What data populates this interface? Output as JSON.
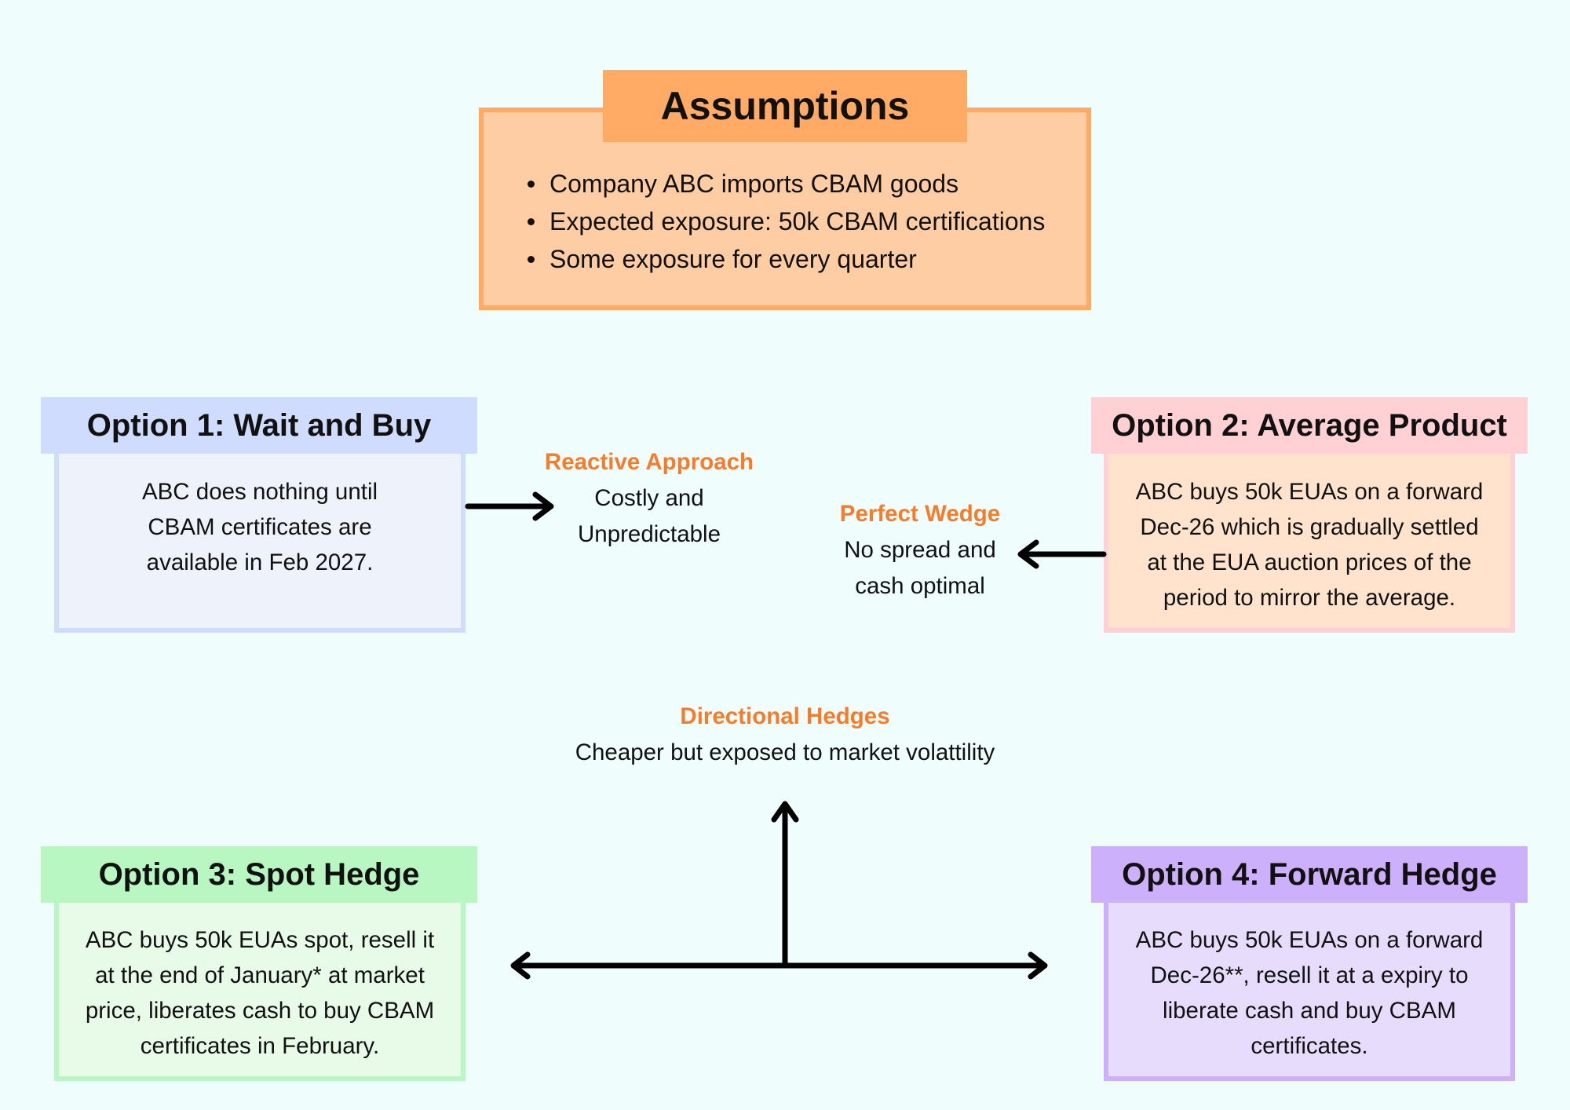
{
  "assumptions": {
    "title": "Assumptions",
    "items": [
      "Company ABC imports CBAM goods",
      "Expected exposure: 50k CBAM certifications",
      "Some exposure for every quarter"
    ]
  },
  "options": [
    {
      "title": "Option 1: Wait and Buy",
      "lines": [
        "ABC does nothing until",
        "CBAM certificates are",
        "available in Feb 2027."
      ]
    },
    {
      "title": "Option 2: Average Product",
      "lines": [
        "ABC buys 50k EUAs on a forward",
        "Dec-26 which is gradually settled",
        "at the EUA auction prices of the",
        "period to mirror the average."
      ]
    },
    {
      "title": "Option 3: Spot Hedge",
      "lines": [
        "ABC buys 50k EUAs spot, resell it",
        "at the end of January* at market",
        "price, liberates cash to buy CBAM",
        "certificates in February."
      ]
    },
    {
      "title": "Option 4: Forward Hedge",
      "lines": [
        "ABC buys 50k EUAs on a forward",
        "Dec-26**, resell it at a expiry to",
        "liberate cash and buy CBAM",
        "certificates."
      ]
    }
  ],
  "annotations": {
    "reactive": {
      "heading": "Reactive Approach",
      "lines": [
        "Costly and",
        "Unpredictable"
      ]
    },
    "perfect": {
      "heading": "Perfect Wedge",
      "lines": [
        "No spread and",
        "cash optimal"
      ]
    },
    "directional": {
      "heading": "Directional Hedges",
      "lines": [
        "Cheaper but exposed to market volattility"
      ]
    }
  },
  "colors": {
    "background": "#effefd",
    "accent_heading": "#f57c2a",
    "assumptions_header": "#ffab66",
    "assumptions_body": "#ffcda4",
    "option1": "#cfdcfd",
    "option2": "#ffd0d4",
    "option3": "#b8f7c1",
    "option4": "#cdb0fb"
  }
}
